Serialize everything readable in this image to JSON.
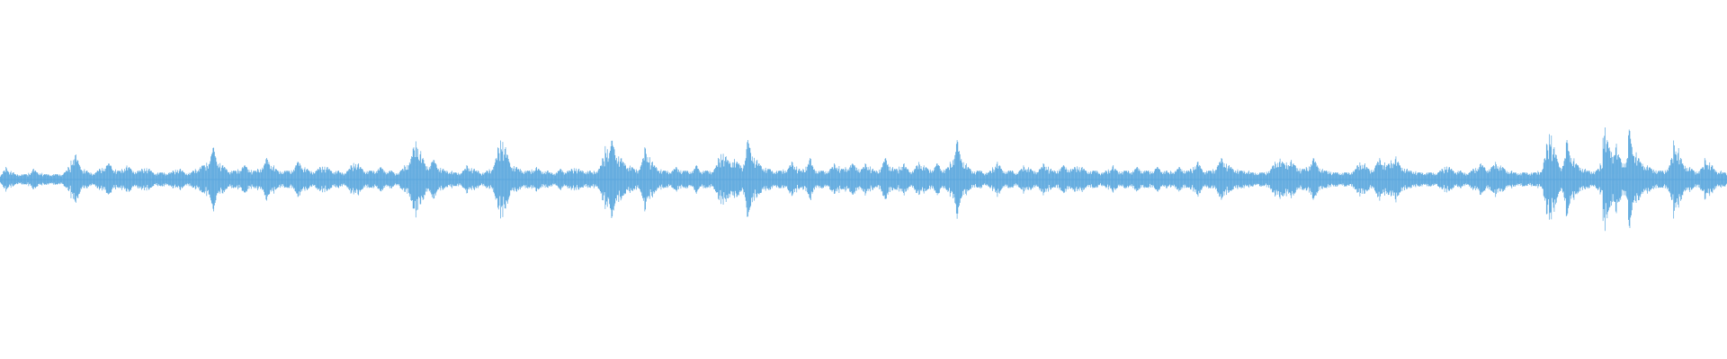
{
  "waveform": {
    "color": "#5aa7de",
    "background": "#ffffff",
    "amplitude_scale": [
      -1,
      1
    ],
    "peaks": [
      0.03,
      0.05,
      0.07,
      0.05,
      0.04,
      0.03,
      0.03,
      0.03,
      0.03,
      0.03,
      0.04,
      0.06,
      0.05,
      0.04,
      0.04,
      0.03,
      0.03,
      0.03,
      0.03,
      0.03,
      0.03,
      0.03,
      0.04,
      0.05,
      0.07,
      0.12,
      0.14,
      0.11,
      0.08,
      0.06,
      0.05,
      0.04,
      0.04,
      0.04,
      0.05,
      0.06,
      0.07,
      0.08,
      0.09,
      0.08,
      0.06,
      0.05,
      0.05,
      0.06,
      0.08,
      0.07,
      0.06,
      0.05,
      0.05,
      0.05,
      0.06,
      0.07,
      0.06,
      0.05,
      0.04,
      0.04,
      0.04,
      0.04,
      0.04,
      0.04,
      0.04,
      0.05,
      0.06,
      0.06,
      0.05,
      0.04,
      0.04,
      0.04,
      0.05,
      0.06,
      0.07,
      0.08,
      0.08,
      0.1,
      0.14,
      0.18,
      0.13,
      0.1,
      0.08,
      0.07,
      0.06,
      0.05,
      0.05,
      0.05,
      0.06,
      0.07,
      0.08,
      0.07,
      0.06,
      0.05,
      0.05,
      0.06,
      0.07,
      0.09,
      0.12,
      0.1,
      0.08,
      0.06,
      0.05,
      0.05,
      0.05,
      0.05,
      0.05,
      0.06,
      0.08,
      0.1,
      0.09,
      0.07,
      0.06,
      0.05,
      0.05,
      0.05,
      0.06,
      0.07,
      0.08,
      0.07,
      0.06,
      0.05,
      0.05,
      0.05,
      0.04,
      0.04,
      0.05,
      0.06,
      0.08,
      0.1,
      0.09,
      0.07,
      0.06,
      0.05,
      0.05,
      0.05,
      0.05,
      0.06,
      0.07,
      0.06,
      0.05,
      0.05,
      0.05,
      0.04,
      0.04,
      0.05,
      0.06,
      0.08,
      0.1,
      0.13,
      0.18,
      0.22,
      0.16,
      0.12,
      0.09,
      0.08,
      0.1,
      0.11,
      0.09,
      0.07,
      0.06,
      0.05,
      0.05,
      0.05,
      0.04,
      0.04,
      0.04,
      0.05,
      0.06,
      0.08,
      0.07,
      0.06,
      0.05,
      0.05,
      0.04,
      0.04,
      0.05,
      0.06,
      0.08,
      0.12,
      0.18,
      0.24,
      0.18,
      0.14,
      0.1,
      0.08,
      0.07,
      0.06,
      0.06,
      0.05,
      0.05,
      0.05,
      0.06,
      0.07,
      0.06,
      0.05,
      0.05,
      0.05,
      0.04,
      0.04,
      0.04,
      0.05,
      0.06,
      0.05,
      0.05,
      0.05,
      0.06,
      0.07,
      0.06,
      0.05,
      0.05,
      0.05,
      0.05,
      0.04,
      0.05,
      0.06,
      0.08,
      0.12,
      0.2,
      0.16,
      0.22,
      0.18,
      0.14,
      0.12,
      0.1,
      0.09,
      0.08,
      0.07,
      0.06,
      0.06,
      0.08,
      0.12,
      0.18,
      0.14,
      0.1,
      0.08,
      0.07,
      0.06,
      0.05,
      0.05,
      0.05,
      0.05,
      0.06,
      0.07,
      0.06,
      0.05,
      0.05,
      0.05,
      0.05,
      0.06,
      0.08,
      0.06,
      0.05,
      0.05,
      0.05,
      0.05,
      0.06,
      0.08,
      0.12,
      0.16,
      0.13,
      0.11,
      0.1,
      0.12,
      0.1,
      0.09,
      0.08,
      0.12,
      0.22,
      0.18,
      0.14,
      0.11,
      0.09,
      0.08,
      0.07,
      0.06,
      0.06,
      0.05,
      0.05,
      0.05,
      0.05,
      0.06,
      0.06,
      0.08,
      0.1,
      0.08,
      0.06,
      0.05,
      0.06,
      0.09,
      0.12,
      0.08,
      0.06,
      0.05,
      0.05,
      0.05,
      0.05,
      0.06,
      0.07,
      0.09,
      0.08,
      0.06,
      0.06,
      0.07,
      0.08,
      0.09,
      0.08,
      0.07,
      0.06,
      0.07,
      0.09,
      0.08,
      0.06,
      0.05,
      0.05,
      0.07,
      0.1,
      0.12,
      0.09,
      0.07,
      0.06,
      0.06,
      0.08,
      0.09,
      0.07,
      0.06,
      0.05,
      0.06,
      0.08,
      0.1,
      0.08,
      0.07,
      0.06,
      0.06,
      0.07,
      0.09,
      0.08,
      0.06,
      0.06,
      0.07,
      0.1,
      0.14,
      0.22,
      0.16,
      0.12,
      0.09,
      0.07,
      0.06,
      0.05,
      0.05,
      0.05,
      0.05,
      0.04,
      0.04,
      0.05,
      0.07,
      0.1,
      0.08,
      0.06,
      0.05,
      0.05,
      0.05,
      0.05,
      0.04,
      0.05,
      0.06,
      0.08,
      0.07,
      0.06,
      0.05,
      0.05,
      0.06,
      0.07,
      0.09,
      0.08,
      0.06,
      0.05,
      0.05,
      0.06,
      0.07,
      0.08,
      0.07,
      0.06,
      0.06,
      0.07,
      0.08,
      0.07,
      0.06,
      0.05,
      0.05,
      0.05,
      0.05,
      0.05,
      0.04,
      0.04,
      0.05,
      0.06,
      0.08,
      0.06,
      0.05,
      0.05,
      0.05,
      0.05,
      0.05,
      0.05,
      0.06,
      0.07,
      0.06,
      0.05,
      0.05,
      0.05,
      0.05,
      0.06,
      0.07,
      0.06,
      0.05,
      0.05,
      0.04,
      0.05,
      0.05,
      0.06,
      0.07,
      0.06,
      0.05,
      0.05,
      0.06,
      0.08,
      0.1,
      0.08,
      0.06,
      0.05,
      0.05,
      0.05,
      0.06,
      0.08,
      0.1,
      0.12,
      0.1,
      0.08,
      0.07,
      0.06,
      0.06,
      0.05,
      0.05,
      0.05,
      0.05,
      0.04,
      0.04,
      0.04,
      0.04,
      0.04,
      0.04,
      0.05,
      0.06,
      0.08,
      0.1,
      0.12,
      0.1,
      0.09,
      0.1,
      0.11,
      0.09,
      0.08,
      0.07,
      0.06,
      0.06,
      0.07,
      0.09,
      0.12,
      0.1,
      0.08,
      0.06,
      0.05,
      0.05,
      0.05,
      0.04,
      0.04,
      0.04,
      0.04,
      0.04,
      0.04,
      0.04,
      0.05,
      0.06,
      0.08,
      0.1,
      0.09,
      0.07,
      0.06,
      0.06,
      0.08,
      0.1,
      0.12,
      0.1,
      0.08,
      0.09,
      0.11,
      0.13,
      0.1,
      0.08,
      0.07,
      0.06,
      0.05,
      0.05,
      0.05,
      0.04,
      0.04,
      0.04,
      0.04,
      0.04,
      0.04,
      0.04,
      0.04,
      0.05,
      0.06,
      0.08,
      0.07,
      0.06,
      0.05,
      0.05,
      0.05,
      0.04,
      0.04,
      0.04,
      0.05,
      0.06,
      0.07,
      0.09,
      0.08,
      0.07,
      0.06,
      0.07,
      0.08,
      0.1,
      0.08,
      0.07,
      0.06,
      0.05,
      0.05,
      0.04,
      0.04,
      0.04,
      0.04,
      0.04,
      0.04,
      0.04,
      0.04,
      0.04,
      0.05,
      0.06,
      0.12,
      0.2,
      0.28,
      0.18,
      0.14,
      0.1,
      0.08,
      0.12,
      0.22,
      0.16,
      0.12,
      0.09,
      0.08,
      0.07,
      0.06,
      0.05,
      0.05,
      0.05,
      0.05,
      0.06,
      0.09,
      0.3,
      0.22,
      0.18,
      0.16,
      0.2,
      0.14,
      0.12,
      0.1,
      0.12,
      0.28,
      0.2,
      0.16,
      0.12,
      0.1,
      0.09,
      0.08,
      0.07,
      0.06,
      0.06,
      0.05,
      0.05,
      0.05,
      0.06,
      0.08,
      0.12,
      0.22,
      0.18,
      0.12,
      0.09,
      0.08,
      0.07,
      0.06,
      0.05,
      0.05,
      0.06,
      0.07,
      0.12,
      0.1,
      0.08,
      0.06,
      0.05,
      0.05,
      0.04,
      0.04
    ]
  }
}
